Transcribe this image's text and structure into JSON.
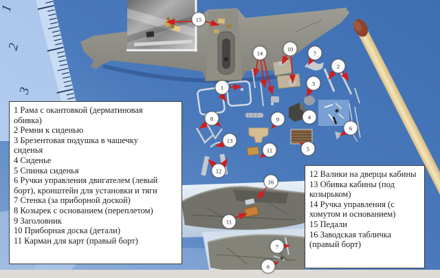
{
  "left_parts_list": {
    "lines": [
      "1 Рама с окантовкой (дерматиновая",
      "обивка)",
      "2 Ремни к сиденью",
      "3 Брезентовая подушка в чашечку",
      "сиденья",
      "4 Сиденье",
      "5 Спинка сиденья",
      "6 Ручки управления двигателем (левый",
      "борт), кронштейн для установки и тяги",
      "7 Стенка (за приборной доской)",
      "8 Козырек с основанием (переплетом)",
      "9 Заголовник",
      "10 Приборная доска (детали)",
      "11 Карман для карт (правый борт)"
    ]
  },
  "right_parts_list": {
    "lines": [
      "12 Валики на дверцы кабины",
      "13 Обивка кабины (под",
      "козырьком)",
      "14 Ручка управления (с",
      "хомутом и основанием)",
      "15 Педали",
      "16 Заводская табличка",
      "(правый борт)"
    ]
  },
  "ruler": {
    "numbers": [
      "1",
      "2",
      "3"
    ]
  },
  "callouts": [
    {
      "label": "15"
    },
    {
      "label": "14"
    },
    {
      "label": "10"
    },
    {
      "label": "7"
    },
    {
      "label": "2"
    },
    {
      "label": "1"
    },
    {
      "label": "3"
    },
    {
      "label": "8"
    },
    {
      "label": "9"
    },
    {
      "label": "4"
    },
    {
      "label": "6"
    },
    {
      "label": "13"
    },
    {
      "label": "11"
    },
    {
      "label": "5"
    },
    {
      "label": "12"
    },
    {
      "label": "16"
    },
    {
      "label": "11"
    },
    {
      "label": "7"
    },
    {
      "label": "6"
    }
  ],
  "colors": {
    "mat_blue": "#4a7abc",
    "arrow_red": "#d11d1d",
    "wing_gray": "#94938a",
    "match_wood": "#ecd9a6",
    "match_head": "#8a4430",
    "ruler_tint": "#c3daf6",
    "list_text": "#1c1c1c",
    "box_background": "#ffffff"
  }
}
